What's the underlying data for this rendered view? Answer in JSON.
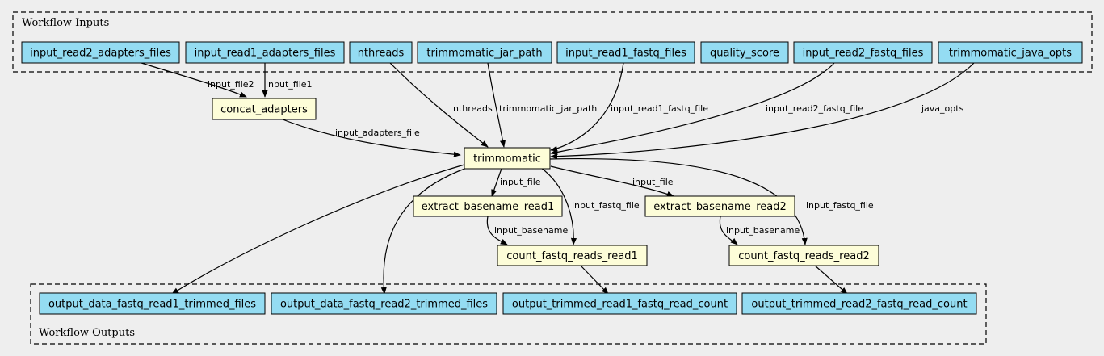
{
  "inputs_cluster": {
    "label": "Workflow Inputs"
  },
  "outputs_cluster": {
    "label": "Workflow Outputs"
  },
  "inputs": {
    "input_read2_adapters_files": "input_read2_adapters_files",
    "input_read1_adapters_files": "input_read1_adapters_files",
    "nthreads": "nthreads",
    "trimmomatic_jar_path": "trimmomatic_jar_path",
    "input_read1_fastq_files": "input_read1_fastq_files",
    "quality_score": "quality_score",
    "input_read2_fastq_files": "input_read2_fastq_files",
    "trimmomatic_java_opts": "trimmomatic_java_opts"
  },
  "steps": {
    "concat_adapters": "concat_adapters",
    "trimmomatic": "trimmomatic",
    "extract_basename_read1": "extract_basename_read1",
    "extract_basename_read2": "extract_basename_read2",
    "count_fastq_reads_read1": "count_fastq_reads_read1",
    "count_fastq_reads_read2": "count_fastq_reads_read2"
  },
  "outputs": {
    "output_data_fastq_read1_trimmed_files": "output_data_fastq_read1_trimmed_files",
    "output_data_fastq_read2_trimmed_files": "output_data_fastq_read2_trimmed_files",
    "output_trimmed_read1_fastq_read_count": "output_trimmed_read1_fastq_read_count",
    "output_trimmed_read2_fastq_read_count": "output_trimmed_read2_fastq_read_count"
  },
  "edge_labels": {
    "input_file2": "input_file2",
    "input_file1": "input_file1",
    "nthreads": "nthreads",
    "trimmomatic_jar_path": "trimmomatic_jar_path",
    "input_read1_fastq_file": "input_read1_fastq_file",
    "input_read2_fastq_file": "input_read2_fastq_file",
    "java_opts": "java_opts",
    "input_adapters_file": "input_adapters_file",
    "input_file_a": "input_file",
    "input_file_b": "input_file",
    "input_fastq_file_a": "input_fastq_file",
    "input_fastq_file_b": "input_fastq_file",
    "input_basename_a": "input_basename",
    "input_basename_b": "input_basename"
  }
}
